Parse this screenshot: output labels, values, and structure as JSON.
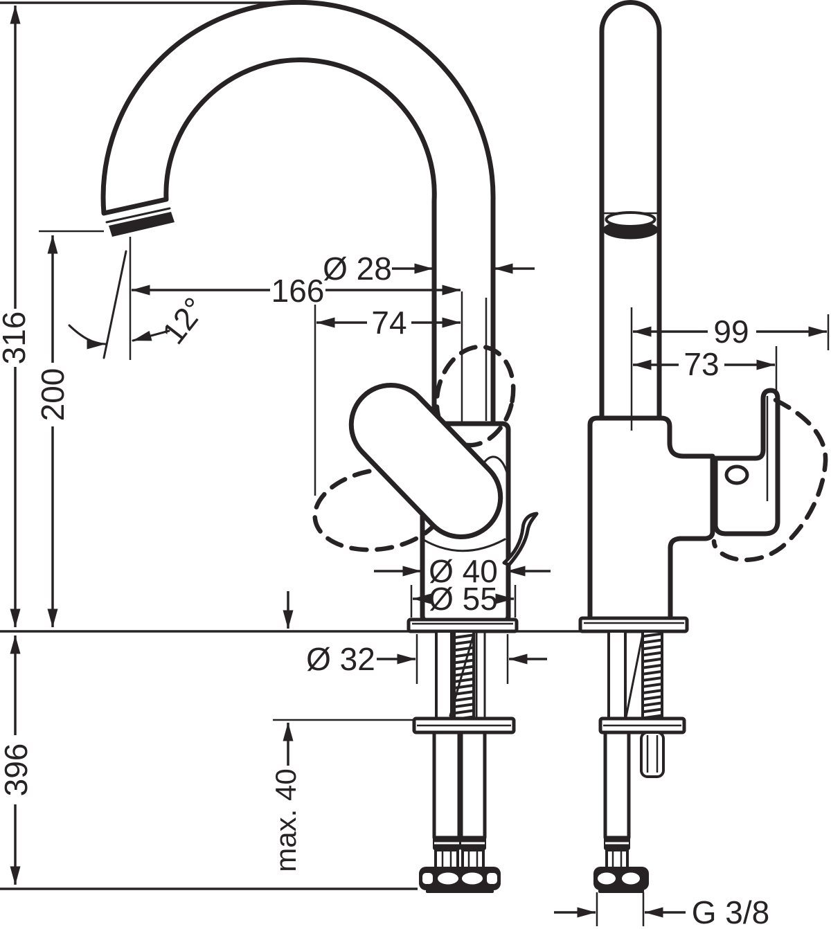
{
  "drawing": {
    "kind": "faucet-dimension-drawing",
    "colors": {
      "line": "#272324",
      "background": "#ffffff"
    },
    "dimensions": {
      "total_height": "316",
      "spout_height": "200",
      "total_depth": "396",
      "spout_reach": "166",
      "handle_projection": "74",
      "spout_diameter": "Ø 28",
      "spout_angle": "12°",
      "body_diameter": "Ø 40",
      "base_diameter": "Ø 55",
      "hole_diameter": "Ø 32",
      "max_counter_thickness": "max. 40",
      "handle_swing_reach": "99",
      "handle_depth": "73",
      "connection_thread": "G 3/8"
    }
  }
}
